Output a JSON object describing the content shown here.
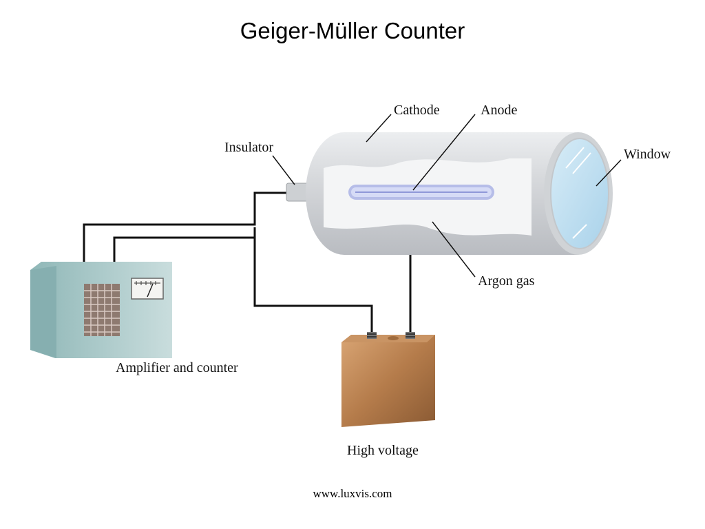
{
  "title": "Geiger-Müller Counter",
  "footer": "www.luxvis.com",
  "labels": {
    "cathode": "Cathode",
    "anode": "Anode",
    "insulator": "Insulator",
    "window": "Window",
    "argon_gas": "Argon gas",
    "amplifier": "Amplifier and counter",
    "high_voltage": "High voltage"
  }
}
